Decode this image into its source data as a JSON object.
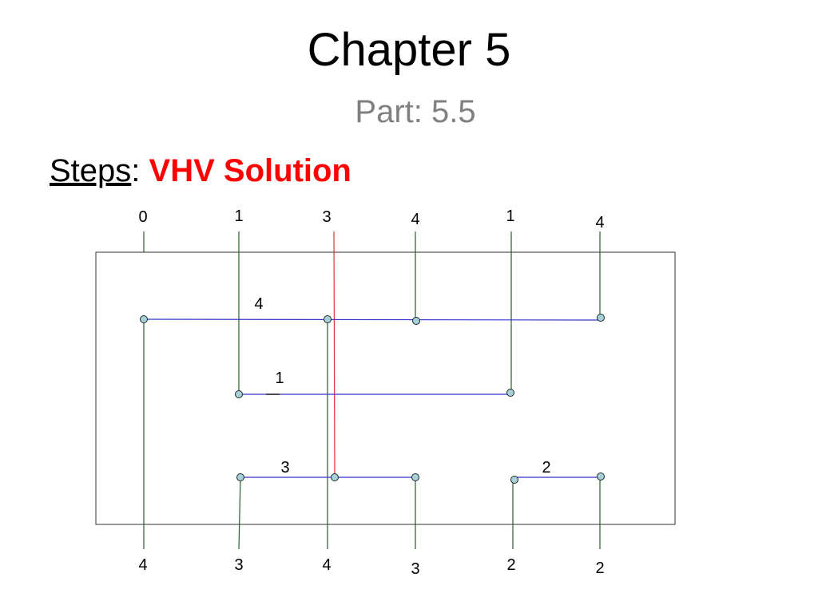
{
  "slide": {
    "title": "Chapter 5",
    "subtitle": "Part: 5.5",
    "steps_label": "Steps",
    "steps_colon": ":",
    "steps_value": "VHV Solution"
  },
  "colors": {
    "vertical_wire": "#2e5a2e",
    "horizontal_wire": "#3333cc",
    "highlight_wire": "#e03030",
    "via_fill": "#a8d0d8",
    "box_border": "#555555"
  },
  "channel": {
    "top_pins": [
      "0",
      "1",
      "3",
      "4",
      "1",
      "4"
    ],
    "bottom_pins": [
      "4",
      "3",
      "4",
      "3",
      "2",
      "2"
    ],
    "net_labels": [
      "4",
      "1",
      "3",
      "2"
    ]
  }
}
